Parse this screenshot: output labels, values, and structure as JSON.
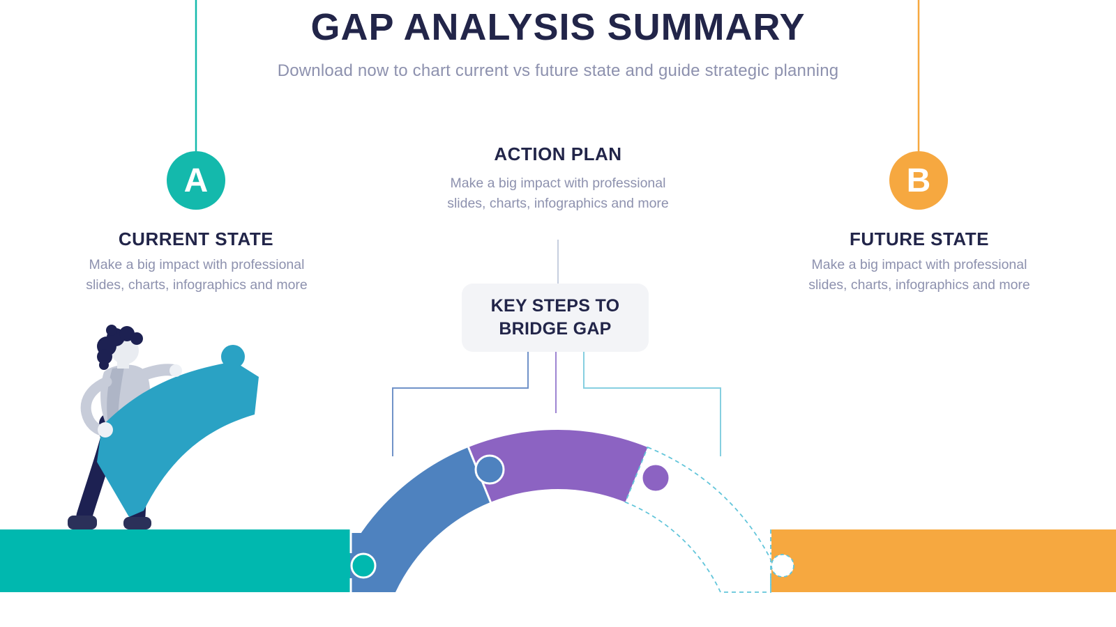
{
  "header": {
    "title": "GAP ANALYSIS SUMMARY",
    "subtitle": "Download now to chart current vs future state and guide strategic planning"
  },
  "sections": {
    "current": {
      "badge": "A",
      "heading": "CURRENT STATE",
      "body_line1": "Make a big impact with professional",
      "body_line2": "slides, charts, infographics and more"
    },
    "action_plan": {
      "heading": "ACTION PLAN",
      "body_line1": "Make a big impact with professional",
      "body_line2": "slides, charts, infographics and more",
      "bridge_box_line1": "KEY STEPS TO",
      "bridge_box_line2": "BRIDGE GAP"
    },
    "future": {
      "badge": "B",
      "heading": "FUTURE STATE",
      "body_line1": "Make a big impact with professional",
      "body_line2": "slides, charts, infographics and more"
    }
  },
  "icons": {
    "bridge": "puzzle-bridge-graphic",
    "missing_piece": "dashed-missing-puzzle-piece",
    "person": "person-carrying-puzzle-piece"
  },
  "colors": {
    "navy": "#222549",
    "text_gray": "#8d91ae",
    "teal": "#14b9ac",
    "bar_teal": "#00b8af",
    "orange": "#f6a840",
    "blue": "#4e82bf",
    "purple": "#8c63c2",
    "dashed_cyan": "#62c5da",
    "box_bg": "#f3f4f7",
    "piece_teal": "#2aa2c4"
  }
}
